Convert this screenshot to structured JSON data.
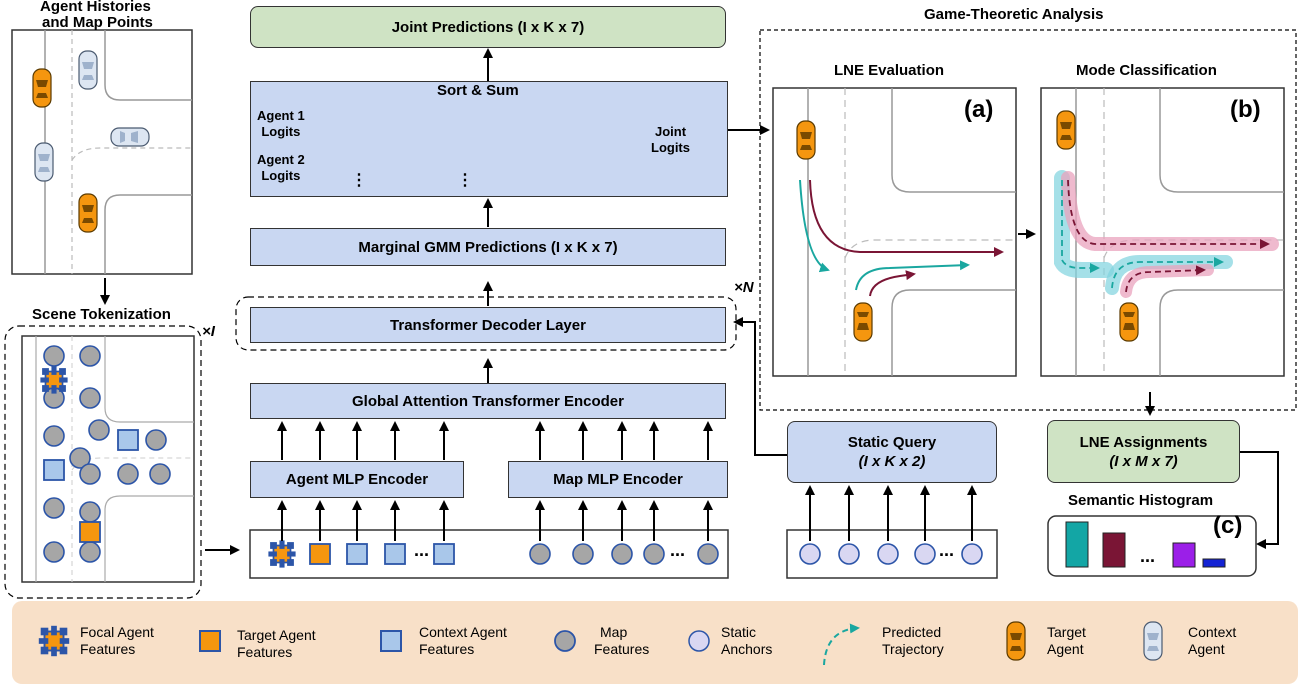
{
  "inputs": {
    "title_line1": "Agent Histories",
    "title_line2": "and Map Points",
    "tokenization_title": "Scene Tokenization",
    "repeat_i": "×I"
  },
  "model": {
    "joint_predictions": "Joint Predictions (I x K x 7)",
    "sort_sum": "Sort & Sum",
    "agent1_line1": "Agent 1",
    "agent1_line2": "Logits",
    "agent2_line1": "Agent 2",
    "agent2_line2": "Logits",
    "joint_line1": "Joint",
    "joint_line2": "Logits",
    "ellipsis_vertical": "⋮",
    "marginal": "Marginal GMM Predictions (I x K x 7)",
    "repeat_n": "×N",
    "decoder": "Transformer Decoder Layer",
    "global_encoder": "Global Attention Transformer Encoder",
    "agent_mlp": "Agent MLP Encoder",
    "map_mlp": "Map MLP Encoder",
    "static_query_line1": "Static Query",
    "static_query_line2": "(I x K x 2)",
    "token_ellipsis": "..."
  },
  "analysis": {
    "title": "Game-Theoretic Analysis",
    "lne_eval": "LNE Evaluation",
    "mode_class": "Mode Classification",
    "panel_a": "(a)",
    "panel_b": "(b)",
    "panel_c": "(c)",
    "lne_assign_line1": "LNE Assignments",
    "lne_assign_line2": "(I x M x 7)",
    "histogram_title": "Semantic Histogram",
    "histogram_ellipsis": "..."
  },
  "legend": {
    "focal_line1": "Focal Agent",
    "focal_line2": "Features",
    "target_feat_line1": "Target Agent",
    "target_feat_line2": "Features",
    "context_feat_line1": "Context Agent",
    "context_feat_line2": "Features",
    "map_line1": "Map",
    "map_line2": "Features",
    "static_line1": "Static",
    "static_line2": "Anchors",
    "pred_line1": "Predicted",
    "pred_line2": "Trajectory",
    "target_agent_line1": "Target",
    "target_agent_line2": "Agent",
    "context_agent_line1": "Context",
    "context_agent_line2": "Agent"
  },
  "colors": {
    "block_blue": "#c9d7f2",
    "block_green": "#cfe3c4",
    "legend_bg": "#f8e0c8",
    "target_orange": "#f5960f",
    "context_blue": "#a9c7ea",
    "map_gray": "#a6a6a6",
    "anchor_lavender": "#d9d7f2",
    "teal": "#1aa7a0",
    "maroon": "#7a1535",
    "purple": "#9b1fe8",
    "histogram_blue": "#1423d4"
  }
}
